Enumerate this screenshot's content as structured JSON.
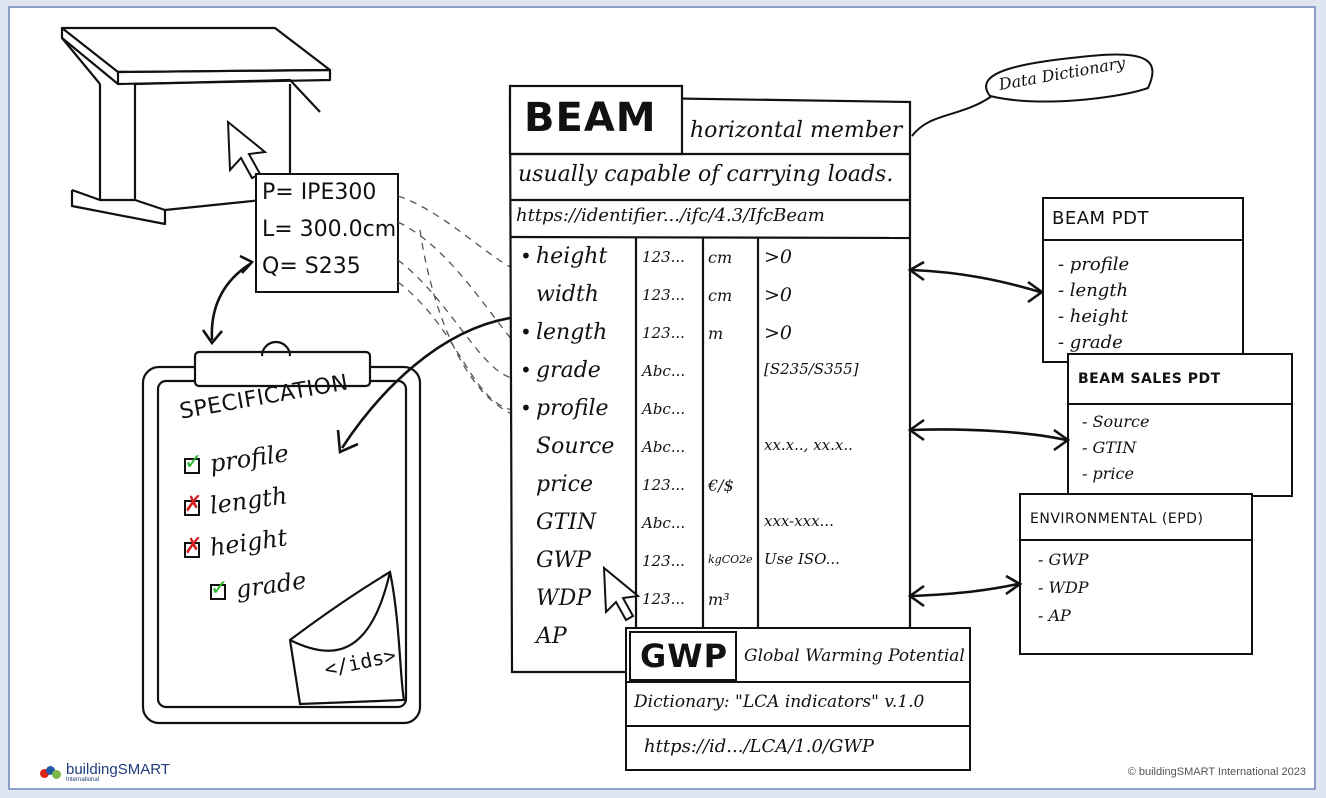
{
  "beam_label": "BEAM",
  "beam_definition": {
    "line1": "horizontal member",
    "line2": "usually capable of carrying loads."
  },
  "beam_uri": "https://identifier.../ifc/4.3/IfcBeam",
  "data_dictionary_label": "Data Dictionary",
  "properties": [
    {
      "name": "height",
      "bullet": true,
      "type": "123...",
      "unit": "cm",
      "value": ">0"
    },
    {
      "name": "width",
      "bullet": false,
      "type": "123...",
      "unit": "cm",
      "value": ">0"
    },
    {
      "name": "length",
      "bullet": true,
      "type": "123...",
      "unit": "m",
      "value": ">0"
    },
    {
      "name": "grade",
      "bullet": true,
      "type": "Abc...",
      "unit": "",
      "value": "[S235/S355]"
    },
    {
      "name": "profile",
      "bullet": true,
      "type": "Abc...",
      "unit": "",
      "value": ""
    },
    {
      "name": "Source",
      "bullet": false,
      "type": "Abc...",
      "unit": "",
      "value": "xx.x.., xx.x.."
    },
    {
      "name": "price",
      "bullet": false,
      "type": "123...",
      "unit": "€/$",
      "value": ""
    },
    {
      "name": "GTIN",
      "bullet": false,
      "type": "Abc...",
      "unit": "",
      "value": "xxx-xxx..."
    },
    {
      "name": "GWP",
      "bullet": false,
      "type": "123...",
      "unit": "kgCO2e",
      "value": "Use ISO..."
    },
    {
      "name": "WDP",
      "bullet": false,
      "type": "123...",
      "unit": "m³",
      "value": ""
    },
    {
      "name": "AP",
      "bullet": false,
      "type": "",
      "unit": "",
      "value": ""
    }
  ],
  "product_tag": {
    "line1": "P= IPE300",
    "line2": "L= 300.0cm",
    "line3": "Q= S235"
  },
  "specification": {
    "title": "SPECIFICATION",
    "items": [
      {
        "label": "profile",
        "status": "ok"
      },
      {
        "label": "length",
        "status": "fail"
      },
      {
        "label": "height",
        "status": "fail"
      },
      {
        "label": "grade",
        "status": "ok"
      }
    ],
    "corner_tag": "</ids>"
  },
  "beam_pdt": {
    "title": "BEAM PDT",
    "items": [
      "- profile",
      "- length",
      "- height",
      "- grade"
    ]
  },
  "beam_sales_pdt": {
    "title": "BEAM SALES PDT",
    "items": [
      "- Source",
      "- GTIN",
      "- price"
    ]
  },
  "environmental": {
    "title": "ENVIRONMENTAL (EPD)",
    "items": [
      "- GWP",
      "- WDP",
      "- AP"
    ]
  },
  "gwp_card": {
    "label": "GWP",
    "definition": "Global Warming Potential",
    "dictionary": "Dictionary: \"LCA indicators\" v.1.0",
    "uri": "https://id.../LCA/1.0/GWP"
  },
  "footer": {
    "logo_text": "buildingSMART",
    "logo_sub": "International",
    "copyright": "© buildingSMART International 2023"
  },
  "colors": {
    "ok_check": "#2db52d",
    "fail_cross": "#d42020",
    "ink": "#111111",
    "frame": "#8aa0c8"
  }
}
